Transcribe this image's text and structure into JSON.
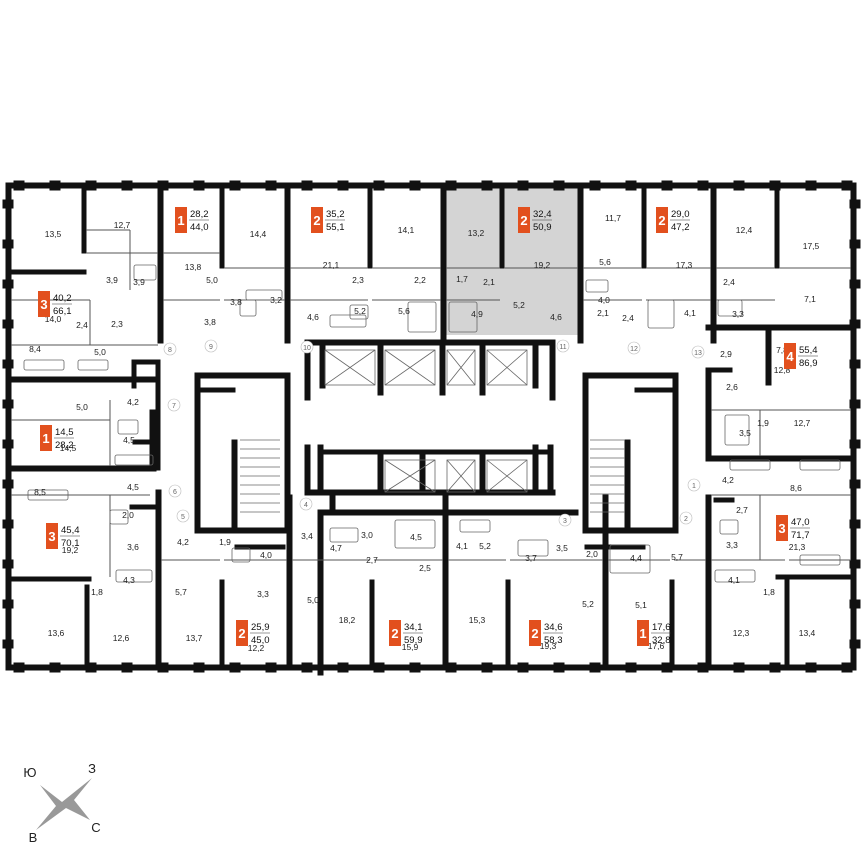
{
  "accent_color": "#e2501e",
  "highlight_color": "#d4d4d4",
  "wall_color": "#111111",
  "apartments": [
    {
      "rooms": "1",
      "living": "28,2",
      "total": "44,0",
      "highlighted": false
    },
    {
      "rooms": "2",
      "living": "35,2",
      "total": "55,1",
      "highlighted": false
    },
    {
      "rooms": "2",
      "living": "32,4",
      "total": "50,9",
      "highlighted": true
    },
    {
      "rooms": "2",
      "living": "29,0",
      "total": "47,2",
      "highlighted": false
    },
    {
      "rooms": "3",
      "living": "40,2",
      "total": "66,1",
      "highlighted": false
    },
    {
      "rooms": "4",
      "living": "55,4",
      "total": "86,9",
      "highlighted": false
    },
    {
      "rooms": "1",
      "living": "14,5",
      "total": "28,2",
      "highlighted": false
    },
    {
      "rooms": "3",
      "living": "45,4",
      "total": "70,1",
      "highlighted": false
    },
    {
      "rooms": "3",
      "living": "47,0",
      "total": "71,7",
      "highlighted": false
    },
    {
      "rooms": "2",
      "living": "25,9",
      "total": "45,0",
      "highlighted": false
    },
    {
      "rooms": "2",
      "living": "34,1",
      "total": "59,9",
      "highlighted": false
    },
    {
      "rooms": "2",
      "living": "34,6",
      "total": "58,3",
      "highlighted": false
    },
    {
      "rooms": "1",
      "living": "17,6",
      "total": "32,8",
      "highlighted": false
    }
  ],
  "room_areas": [
    "13,5",
    "12,7",
    "3,9",
    "3,9",
    "13,8",
    "5,0",
    "14,4",
    "3,8",
    "3,2",
    "3,8",
    "21,1",
    "14,1",
    "2,3",
    "2,2",
    "4,6",
    "5,2",
    "5,6",
    "13,2",
    "19,2",
    "1,7",
    "2,1",
    "4,9",
    "5,2",
    "4,6",
    "11,7",
    "5,6",
    "17,3",
    "12,4",
    "17,5",
    "4,0",
    "2,1",
    "2,4",
    "4,1",
    "2,4",
    "3,3",
    "7,1",
    "14,0",
    "2,4",
    "2,3",
    "8,4",
    "5,0",
    "2,9",
    "7,8",
    "12,8",
    "2,6",
    "5,0",
    "4,2",
    "14,5",
    "4,5",
    "3,5",
    "1,9",
    "12,7",
    "8,5",
    "4,5",
    "2,0",
    "19,2",
    "3,6",
    "4,3",
    "1,8",
    "13,6",
    "12,6",
    "4,2",
    "1,9",
    "4,0",
    "5,7",
    "13,7",
    "3,3",
    "12,2",
    "3,4",
    "4,7",
    "3,0",
    "4,5",
    "2,7",
    "2,5",
    "5,0",
    "18,2",
    "15,9",
    "4,1",
    "5,2",
    "3,7",
    "3,5",
    "2,0",
    "4,4",
    "5,7",
    "15,3",
    "19,3",
    "5,2",
    "5,1",
    "17,6",
    "4,2",
    "8,6",
    "2,7",
    "21,3",
    "3,3",
    "4,1",
    "1,8",
    "12,3",
    "13,4"
  ],
  "door_numbers": [
    "8",
    "9",
    "10",
    "11",
    "12",
    "13",
    "7",
    "6",
    "5",
    "4",
    "3",
    "2",
    "1"
  ],
  "compass": {
    "north_east": "З",
    "north_west": "Ю",
    "south_west": "В",
    "south_east": "С"
  }
}
